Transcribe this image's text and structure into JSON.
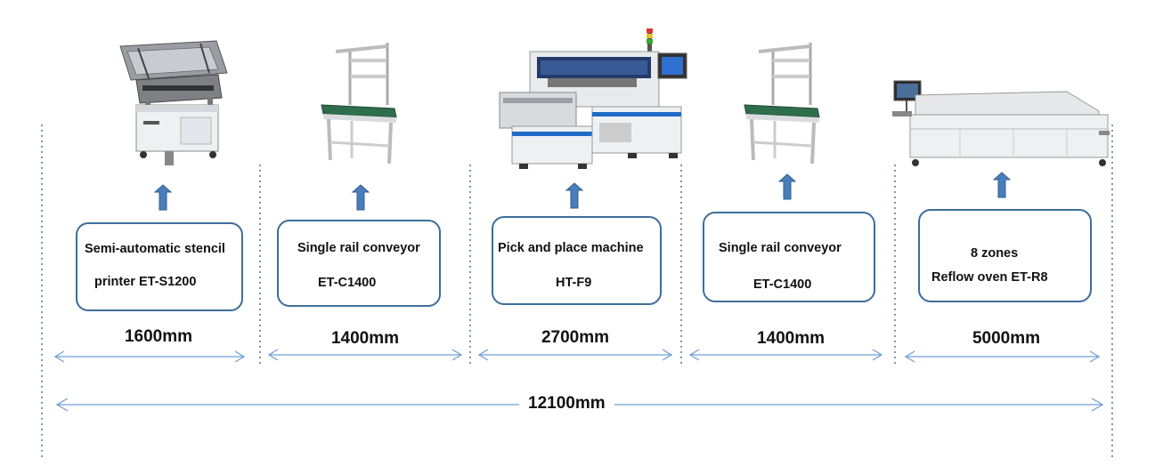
{
  "stations": [
    {
      "machine_icon": "stencil-printer",
      "label_line1": "Semi-automatic stencil",
      "label_line2": "printer ET-S1200",
      "length": "1600mm"
    },
    {
      "machine_icon": "single-rail-conveyor",
      "label_line1": "Single rail conveyor",
      "label_line2": "ET-C1400",
      "length": "1400mm"
    },
    {
      "machine_icon": "pick-and-place-machine",
      "label_line1": "Pick and place machine",
      "label_line2": "HT-F9",
      "length": "2700mm"
    },
    {
      "machine_icon": "single-rail-conveyor",
      "label_line1": "Single rail conveyor",
      "label_line2": "ET-C1400",
      "length": "1400mm"
    },
    {
      "machine_icon": "reflow-oven",
      "label_line1": "8 zones",
      "label_line2": "Reflow oven ET-R8",
      "length": "5000mm"
    }
  ],
  "total_length": "12100mm",
  "colors": {
    "box_border": "#3e6d9c",
    "arrow_fill": "#4a7ebb",
    "dimension_line": "#6fa0d4",
    "dotted_divider": "#4a6a8a"
  }
}
